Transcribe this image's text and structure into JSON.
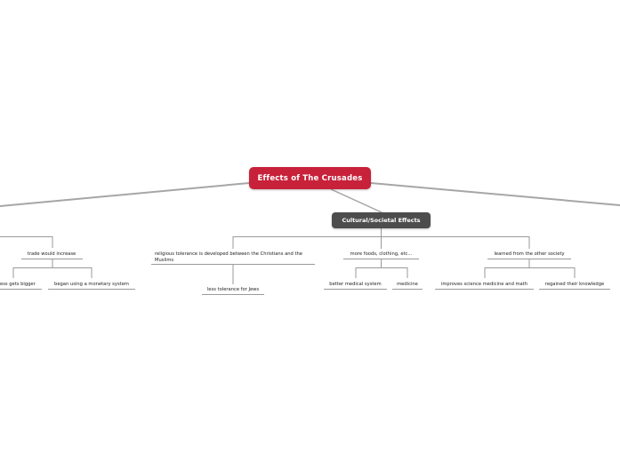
{
  "central": {
    "label": "Effects of The Crusades"
  },
  "main_topic": {
    "label": "Cultural/Societal Effects"
  },
  "nodes": {
    "trade_increase": "trade would increase",
    "business_bigger": "ess gets bigger",
    "monetary_system": "began using a monetary system",
    "tolerance": "religious tolerance is developed between the Christians and the Muslims",
    "less_tolerance": "less tolerance for Jews",
    "more_foods": "more foods, clothing, etc...",
    "better_medical": "better medical system",
    "medicine": "medicine",
    "learned": "learned from the other society",
    "improves_science": "improves science medicine and math",
    "regained": "regained their knowledge"
  },
  "colors": {
    "central_bg": "#c8213a",
    "main_bg": "#4d4d4d",
    "connector": "#a6a6a6"
  }
}
